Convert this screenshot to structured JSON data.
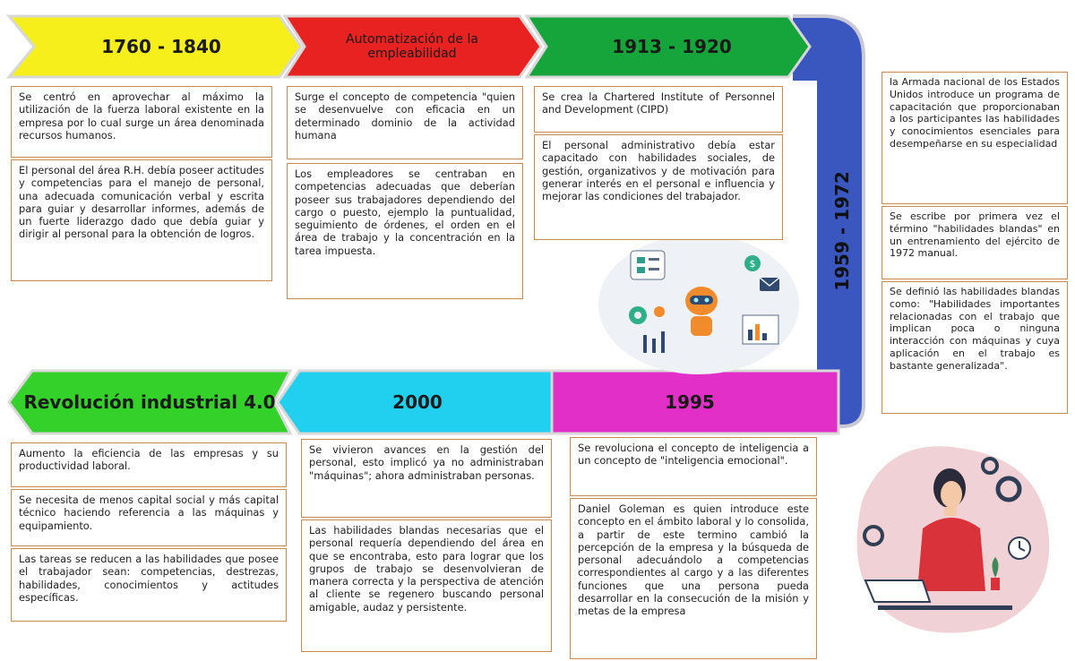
{
  "top_row": {
    "arrow1": "1760 - 1840",
    "arrow2": "Automatización de la empleabilidad",
    "arrow3": "1913 - 1920"
  },
  "connector_label": "1959 - 1972",
  "bottom_row": {
    "arrow1": "1995",
    "arrow2": "2000",
    "arrow3": "Revolución industrial 4.0"
  },
  "boxes": {
    "p1_a": "Se centró en aprovechar al máximo la utilización de la fuerza laboral existente en la empresa por lo cual surge un área denominada recursos humanos.",
    "p1_b": "El personal del área R.H. debía poseer actitudes y competencias para el manejo de personal, una adecuada comunicación verbal y escrita para guiar y desarrollar informes, además de un fuerte liderazgo dado que debía guiar y dirigir al personal para la obtención de logros.",
    "p2_a": "Surge el concepto de competencia \"quien se desenvuelve con eficacia en un determinado dominio de la actividad humana",
    "p2_b": "Los empleadores se centraban en competencias adecuadas que deberían poseer sus trabajadores dependiendo del cargo o puesto, ejemplo la puntualidad, seguimiento de órdenes, el orden en el área de trabajo y la concentración en la tarea impuesta.",
    "p3_a": "Se crea la Chartered Institute of Personnel and Development (CIPD)",
    "p3_b": "El personal administrativo debía estar capacitado con habilidades sociales, de gestión, organizativos y de motivación para generar interés en el personal e influencia y mejorar las condiciones del trabajador.",
    "p4_a": "la Armada nacional de los Estados Unidos introduce un programa de capacitación que proporcionaban a los participantes las habilidades y conocimientos esenciales para desempeñarse en su especialidad",
    "p4_b": "Se escribe por primera vez el término \"habilidades blandas\" en un entrenamiento del ejército de 1972 manual.",
    "p4_c": "Se definió las habilidades blandas como: \"Habilidades importantes relacionadas con el trabajo que implican poca o ninguna interacción con máquinas y cuya aplicación en el trabajo es bastante generalizada\".",
    "p5_a": "Se revoluciona el concepto de inteligencia a un concepto de \"inteligencia emocional\".",
    "p5_b": "Daniel Goleman es quien introduce este concepto en el ámbito laboral y lo consolida, a partir de este termino cambió la percepción de la empresa y la búsqueda de personal adecuándolo a competencias correspondientes al cargo y a las diferentes funciones que una persona pueda desarrollar en la consecución de la misión y metas de la empresa",
    "p6_a": "Se vivieron avances en la gestión del personal, esto implicó ya no administraban \"máquinas\"; ahora administraban personas.",
    "p6_b": "Las habilidades blandas necesarias que el personal requería dependiendo del área en que se encontraba, esto para lograr que los grupos de trabajo se desenvolvieran de manera correcta y la perspectiva de atención al cliente se regenero buscando personal amigable, audaz y persistente.",
    "p7_a": "Aumento la eficiencia de las empresas y su productividad laboral.",
    "p7_b": "Se necesita de menos capital social y más capital técnico haciendo referencia a las máquinas y equipamiento.",
    "p7_c": "Las tareas se reducen a las habilidades que posee el trabajador sean: competencias, destrezas, habilidades, conocimientos y actitudes específicas."
  },
  "colors": {
    "yellow": "#f6ef1c",
    "red": "#e82121",
    "green": "#16a53a",
    "blue": "#3a56bf",
    "magenta": "#e22fc7",
    "cyan": "#20d0ee",
    "lime": "#33d12a",
    "box_border": "#c98a4e"
  }
}
